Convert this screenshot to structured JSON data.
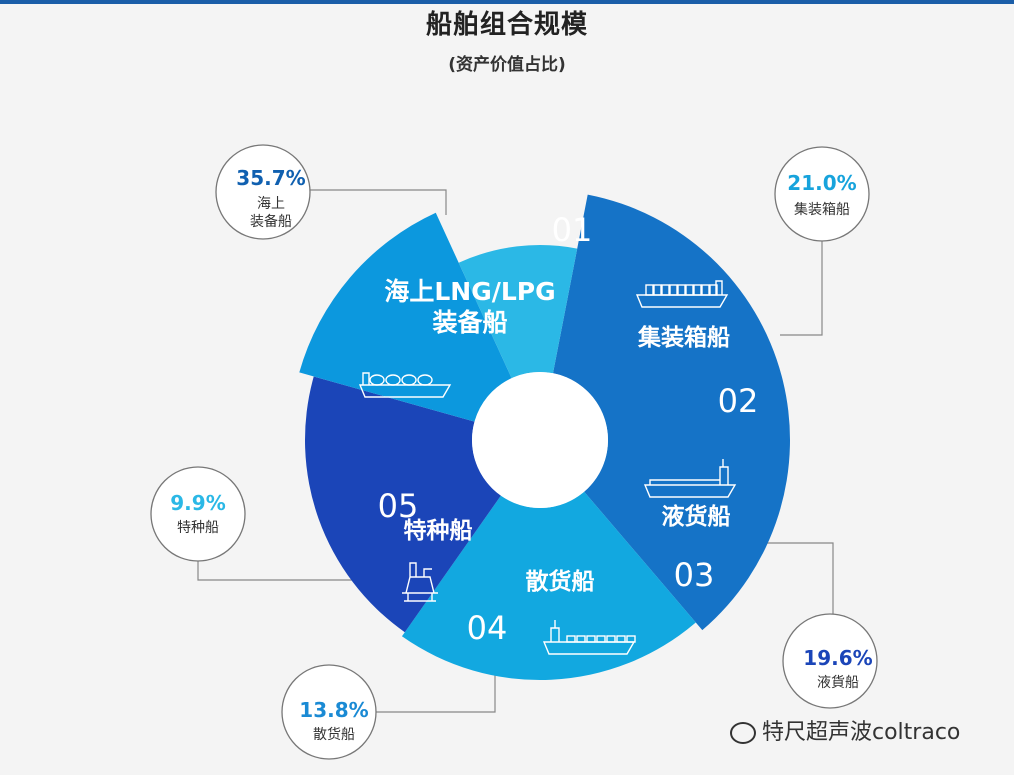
{
  "chart_data": {
    "type": "pie",
    "title": "船舶组合规模",
    "subtitle": "(资产价值占比)",
    "slices": [
      {
        "id": "01",
        "label": [
          "海上LNG/LPG",
          "装备船"
        ],
        "value": 35.7,
        "percent_text": "35.7%",
        "callout": [
          "海上",
          "装备船"
        ],
        "color": "#1573c7",
        "percent_color": "#1060b0"
      },
      {
        "id": "02",
        "label": [
          "集装箱船"
        ],
        "value": 21.0,
        "percent_text": "21.0%",
        "callout": [
          "集装箱船"
        ],
        "color": "#12a8e0",
        "percent_color": "#17a3dc"
      },
      {
        "id": "03",
        "label": [
          "液货船"
        ],
        "value": 19.6,
        "percent_text": "19.6%",
        "callout": [
          "液貨船"
        ],
        "color": "#1b45b8",
        "percent_color": "#1b45b8"
      },
      {
        "id": "04",
        "label": [
          "散货船"
        ],
        "value": 13.8,
        "percent_text": "13.8%",
        "callout": [
          "散货船"
        ],
        "color": "#0c98de",
        "percent_color": "#1a8ad4"
      },
      {
        "id": "05",
        "label": [
          "特种船"
        ],
        "value": 9.9,
        "percent_text": "9.9%",
        "callout": [
          "特种船"
        ],
        "color": "#2bb8e6",
        "percent_color": "#2bb8e6"
      }
    ]
  },
  "watermark": "特尺超声波coltraco",
  "icons": [
    "lng-ship-icon",
    "container-ship-icon",
    "tanker-ship-icon",
    "bulk-carrier-icon",
    "oil-rig-icon",
    "wechat-icon"
  ]
}
